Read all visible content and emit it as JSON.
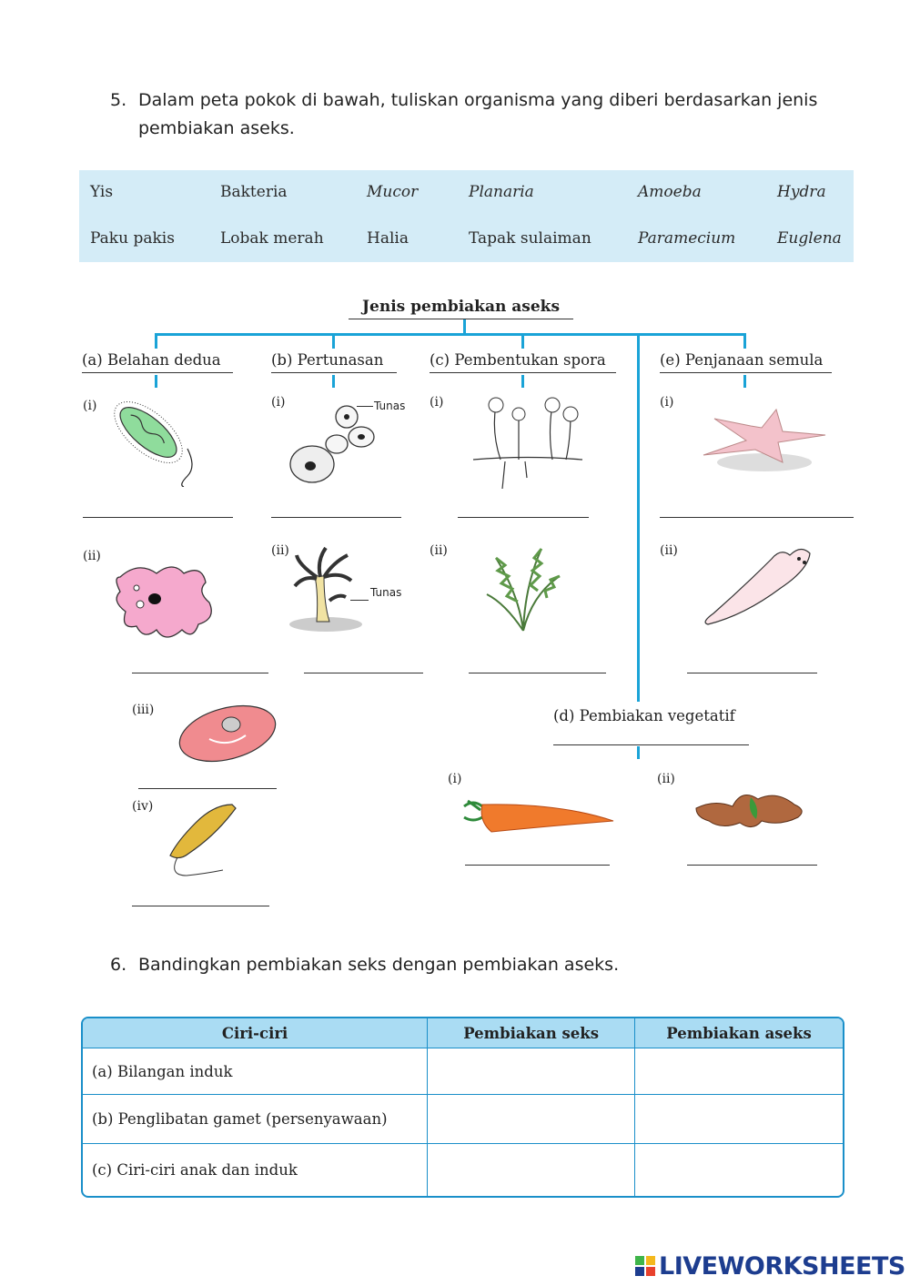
{
  "q5": {
    "num": "5.",
    "text": "Dalam peta pokok di bawah, tuliskan organisma yang diberi berdasarkan jenis pembiakan aseks."
  },
  "word_bank": {
    "row1": [
      "Yis",
      "Bakteria",
      "Mucor",
      "Planaria",
      "Amoeba",
      "Hydra"
    ],
    "row2": [
      "Paku pakis",
      "Lobak merah",
      "Halia",
      "Tapak sulaiman",
      "Paramecium",
      "Euglena"
    ]
  },
  "tree": {
    "title": "Jenis pembiakan aseks",
    "a": "(a)  Belahan dedua",
    "b": "(b)  Pertunasan",
    "c": "(c)  Pembentukan spora",
    "d": "(d)  Pembiakan vegetatif",
    "e": "(e)  Penjanaan semula",
    "tunas": "Tunas",
    "labels": {
      "i": "(i)",
      "ii": "(ii)",
      "iii": "(iii)",
      "iv": "(iv)"
    }
  },
  "q6": {
    "num": "6.",
    "text": "Bandingkan pembiakan seks dengan pembiakan aseks."
  },
  "table": {
    "headers": [
      "Ciri-ciri",
      "Pembiakan seks",
      "Pembiakan aseks"
    ],
    "rows": [
      "(a)  Bilangan induk",
      "(b)  Penglibatan gamet (persenyawaan)",
      "(c)  Ciri-ciri anak dan induk"
    ]
  },
  "brand": "LIVEWORKSHEETS",
  "colors": {
    "accent": "#1aa3d7",
    "box": "#d4ecf7",
    "header": "#aadcf3"
  }
}
